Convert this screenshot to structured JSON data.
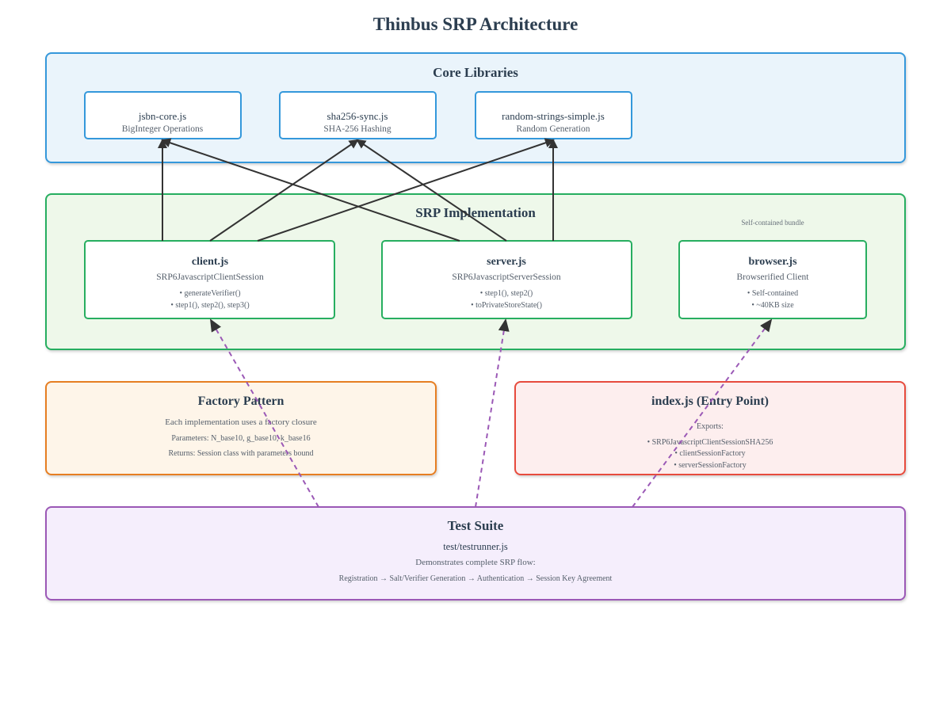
{
  "title": "Thinbus SRP Architecture",
  "core": {
    "title": "Core Libraries",
    "libs": [
      {
        "name": "jsbn-core.js",
        "desc": "BigInteger Operations"
      },
      {
        "name": "sha256-sync.js",
        "desc": "SHA-256 Hashing"
      },
      {
        "name": "random-strings-simple.js",
        "desc": "Random Generation"
      }
    ]
  },
  "srp": {
    "title": "SRP Implementation",
    "note": "Self-contained bundle",
    "client": {
      "name": "client.js",
      "class": "SRP6JavascriptClientSession",
      "items": [
        "• generateVerifier()",
        "• step1(), step2(), step3()"
      ]
    },
    "server": {
      "name": "server.js",
      "class": "SRP6JavascriptServerSession",
      "items": [
        "• step1(), step2()",
        "• toPrivateStoreState()"
      ]
    },
    "browser": {
      "name": "browser.js",
      "class": "Browserified Client",
      "items": [
        "• Self-contained",
        "• ~40KB size"
      ]
    }
  },
  "factory": {
    "title": "Factory Pattern",
    "line1": "Each implementation uses a factory closure",
    "line2": "Parameters: N_base10, g_base10, k_base16",
    "line3": "Returns: Session class with parameters bound"
  },
  "index": {
    "title": "index.js (Entry Point)",
    "exports_label": "Exports:",
    "items": [
      "• SRP6JavascriptClientSessionSHA256",
      "• clientSessionFactory",
      "• serverSessionFactory"
    ]
  },
  "test": {
    "title": "Test Suite",
    "file": "test/testrunner.js",
    "line1": "Demonstrates complete SRP flow:",
    "line2": "Registration → Salt/Verifier Generation → Authentication → Session Key Agreement"
  },
  "colors": {
    "core_stroke": "#3498db",
    "core_fill": "#eaf4fb",
    "srp_stroke": "#27ae60",
    "srp_fill": "#eef8ea",
    "factory_stroke": "#e67e22",
    "factory_fill": "#fef5e9",
    "index_stroke": "#e74c3c",
    "index_fill": "#fdeeee",
    "test_stroke": "#9b59b6",
    "test_fill": "#f5eefc",
    "arrow": "#333333",
    "dashed": "#9b59b6"
  }
}
